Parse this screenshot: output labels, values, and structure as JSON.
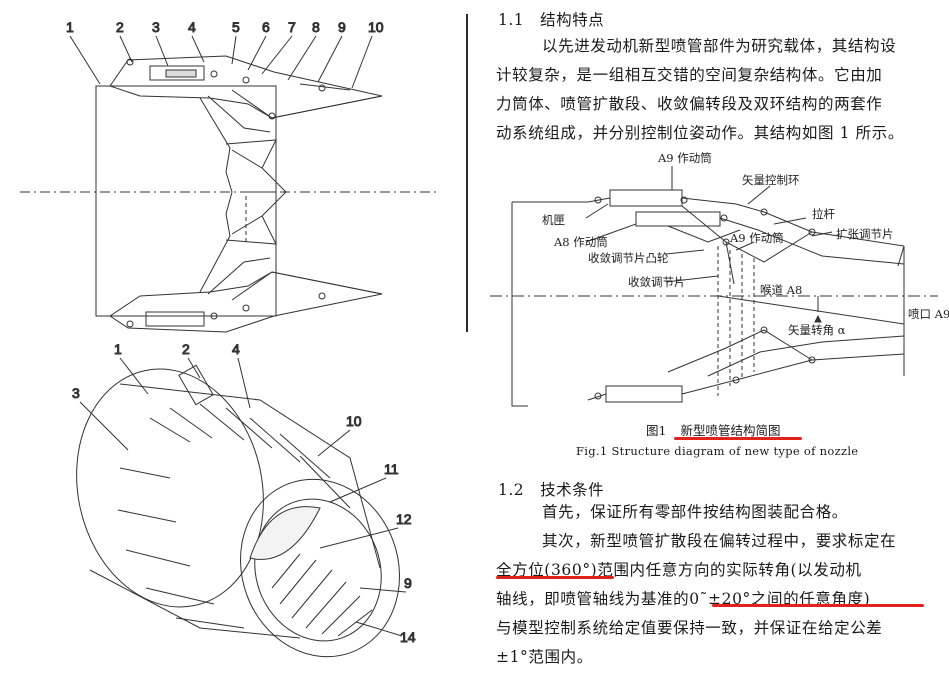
{
  "top_left": {
    "part_numbers": [
      "1",
      "2",
      "3",
      "4",
      "5",
      "6",
      "7",
      "8",
      "9",
      "10"
    ]
  },
  "bottom_left": {
    "part_numbers": [
      "1",
      "2",
      "4",
      "3",
      "10",
      "11",
      "12",
      "9",
      "14"
    ]
  },
  "right": {
    "sec11_heading": "1.1　结构特点",
    "sec11_lines": [
      "以先进发动机新型喷管部件为研究载体，其结构设",
      "计较复杂，是一组相互交错的空间复杂结构体。它由加",
      "力筒体、喷管扩散段、收敛偏转段及双环结构的两套作",
      "动系统组成，并分别控制位姿动作。其结构如图 1 所示。"
    ],
    "figure": {
      "labels": {
        "a9_actuator_top": "A9 作动筒",
        "vector_ring": "矢量控制环",
        "casing": "机匣",
        "pull_rod": "拉杆",
        "a8_actuator": "A8 作动筒",
        "a9_actuator_mid": "A9 作动筒",
        "expansion_flap": "扩张调节片",
        "convergent_cam": "收敛调节片凸轮",
        "convergent_flap": "收敛调节片",
        "throat": "喉道 A8",
        "nozzle_exit": "喷口 A9",
        "vector_angle": "矢量转角 α"
      },
      "caption_cn_prefix": "图1",
      "caption_cn": "新型喷管结构简图",
      "caption_en": "Fig.1  Structure diagram of new type of nozzle"
    },
    "sec12_heading": "1.2　技术条件",
    "sec12_line1": "首先，保证所有零部件按结构图装配合格。",
    "sec12_line2": "其次，新型喷管扩散段在偏转过程中，要求标定在",
    "sec12_line3_u": "全方位(360°)",
    "sec12_line3_rest": "范围内任意方向的实际转角(以发动机",
    "sec12_line4_a": "轴线，即喷管轴线为基准的",
    "sec12_line4_u": "0˜±20°之间的任意角度)",
    "sec12_line5": "与模型控制系统给定值要保持一致，并保证在给定公差",
    "sec12_line6": "±1°范围内。"
  },
  "colors": {
    "underline": "#e0241b",
    "ink": "#1a1a1a"
  }
}
